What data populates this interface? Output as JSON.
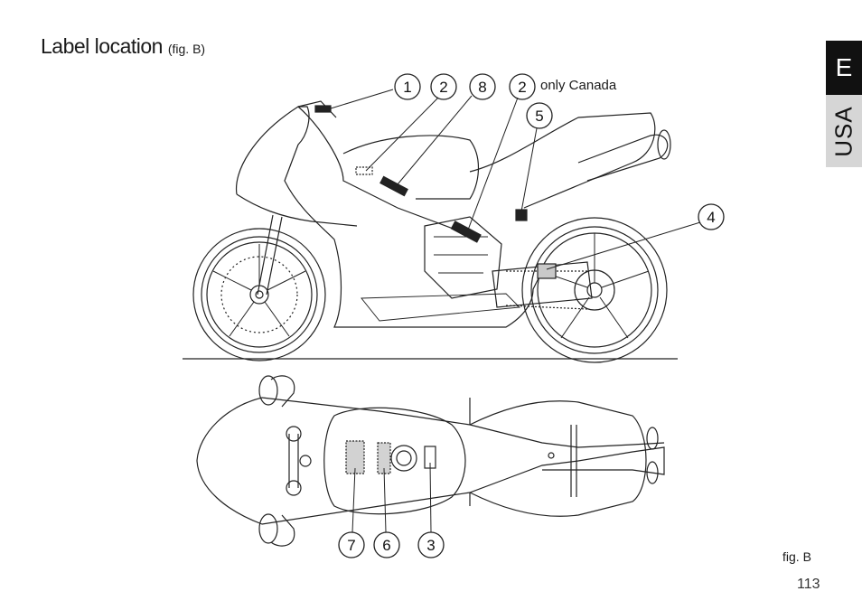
{
  "header": {
    "title": "Label location",
    "title_suffix": "(fig. B)"
  },
  "tabs": {
    "language": "E",
    "region": "USA"
  },
  "note": "only Canada",
  "callouts_top": [
    "1",
    "2",
    "8",
    "2",
    "5",
    "4"
  ],
  "callouts_bottom": [
    "7",
    "6",
    "3"
  ],
  "figure_caption": "fig. B",
  "page_number": "113"
}
